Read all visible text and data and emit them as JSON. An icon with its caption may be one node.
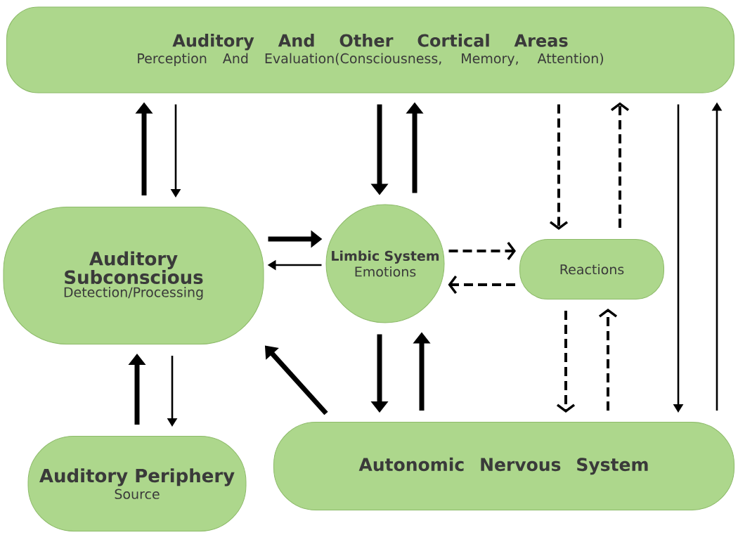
{
  "diagram": {
    "nodes": [
      {
        "text": [
          "Auditory And Other Cortical Areas",
          "Perception And Evaluation(Consciousness, Memory, Attention)"
        ]
      },
      {
        "text": [
          "Auditory Subconscious",
          "Detection/Processing"
        ]
      },
      {
        "text": [
          "Limbic System",
          "Emotions"
        ]
      },
      {
        "text": [
          "Reactions"
        ]
      },
      {
        "text": [
          "Auditory Periphery",
          "Source"
        ]
      },
      {
        "text": [
          "Autonomic Nervous System"
        ]
      }
    ],
    "edges": [
      {
        "from": 1,
        "to": 0,
        "arrow": "to"
      },
      {
        "from": 0,
        "to": 1,
        "arrow": "to"
      },
      {
        "from": 0,
        "to": 2,
        "arrow": "to"
      },
      {
        "from": 2,
        "to": 0,
        "arrow": "to"
      },
      {
        "from": 0,
        "to": 3,
        "arrow": "to",
        "style": "dashed"
      },
      {
        "from": 3,
        "to": 0,
        "arrow": "to",
        "style": "dashed"
      },
      {
        "from": 0,
        "to": 5,
        "arrow": "to"
      },
      {
        "from": 5,
        "to": 0,
        "arrow": "to"
      },
      {
        "from": 1,
        "to": 2,
        "arrow": "to"
      },
      {
        "from": 2,
        "to": 1,
        "arrow": "to"
      },
      {
        "from": 2,
        "to": 3,
        "arrow": "to",
        "style": "dashed"
      },
      {
        "from": 3,
        "to": 2,
        "arrow": "to",
        "style": "dashed"
      },
      {
        "from": 4,
        "to": 1,
        "arrow": "to"
      },
      {
        "from": 1,
        "to": 4,
        "arrow": "to"
      },
      {
        "from": 5,
        "to": 1,
        "arrow": "to"
      },
      {
        "from": 2,
        "to": 5,
        "arrow": "to"
      },
      {
        "from": 5,
        "to": 2,
        "arrow": "to"
      },
      {
        "from": 3,
        "to": 5,
        "arrow": "to",
        "style": "dashed"
      },
      {
        "from": 5,
        "to": 3,
        "arrow": "to",
        "style": "dashed"
      }
    ]
  }
}
